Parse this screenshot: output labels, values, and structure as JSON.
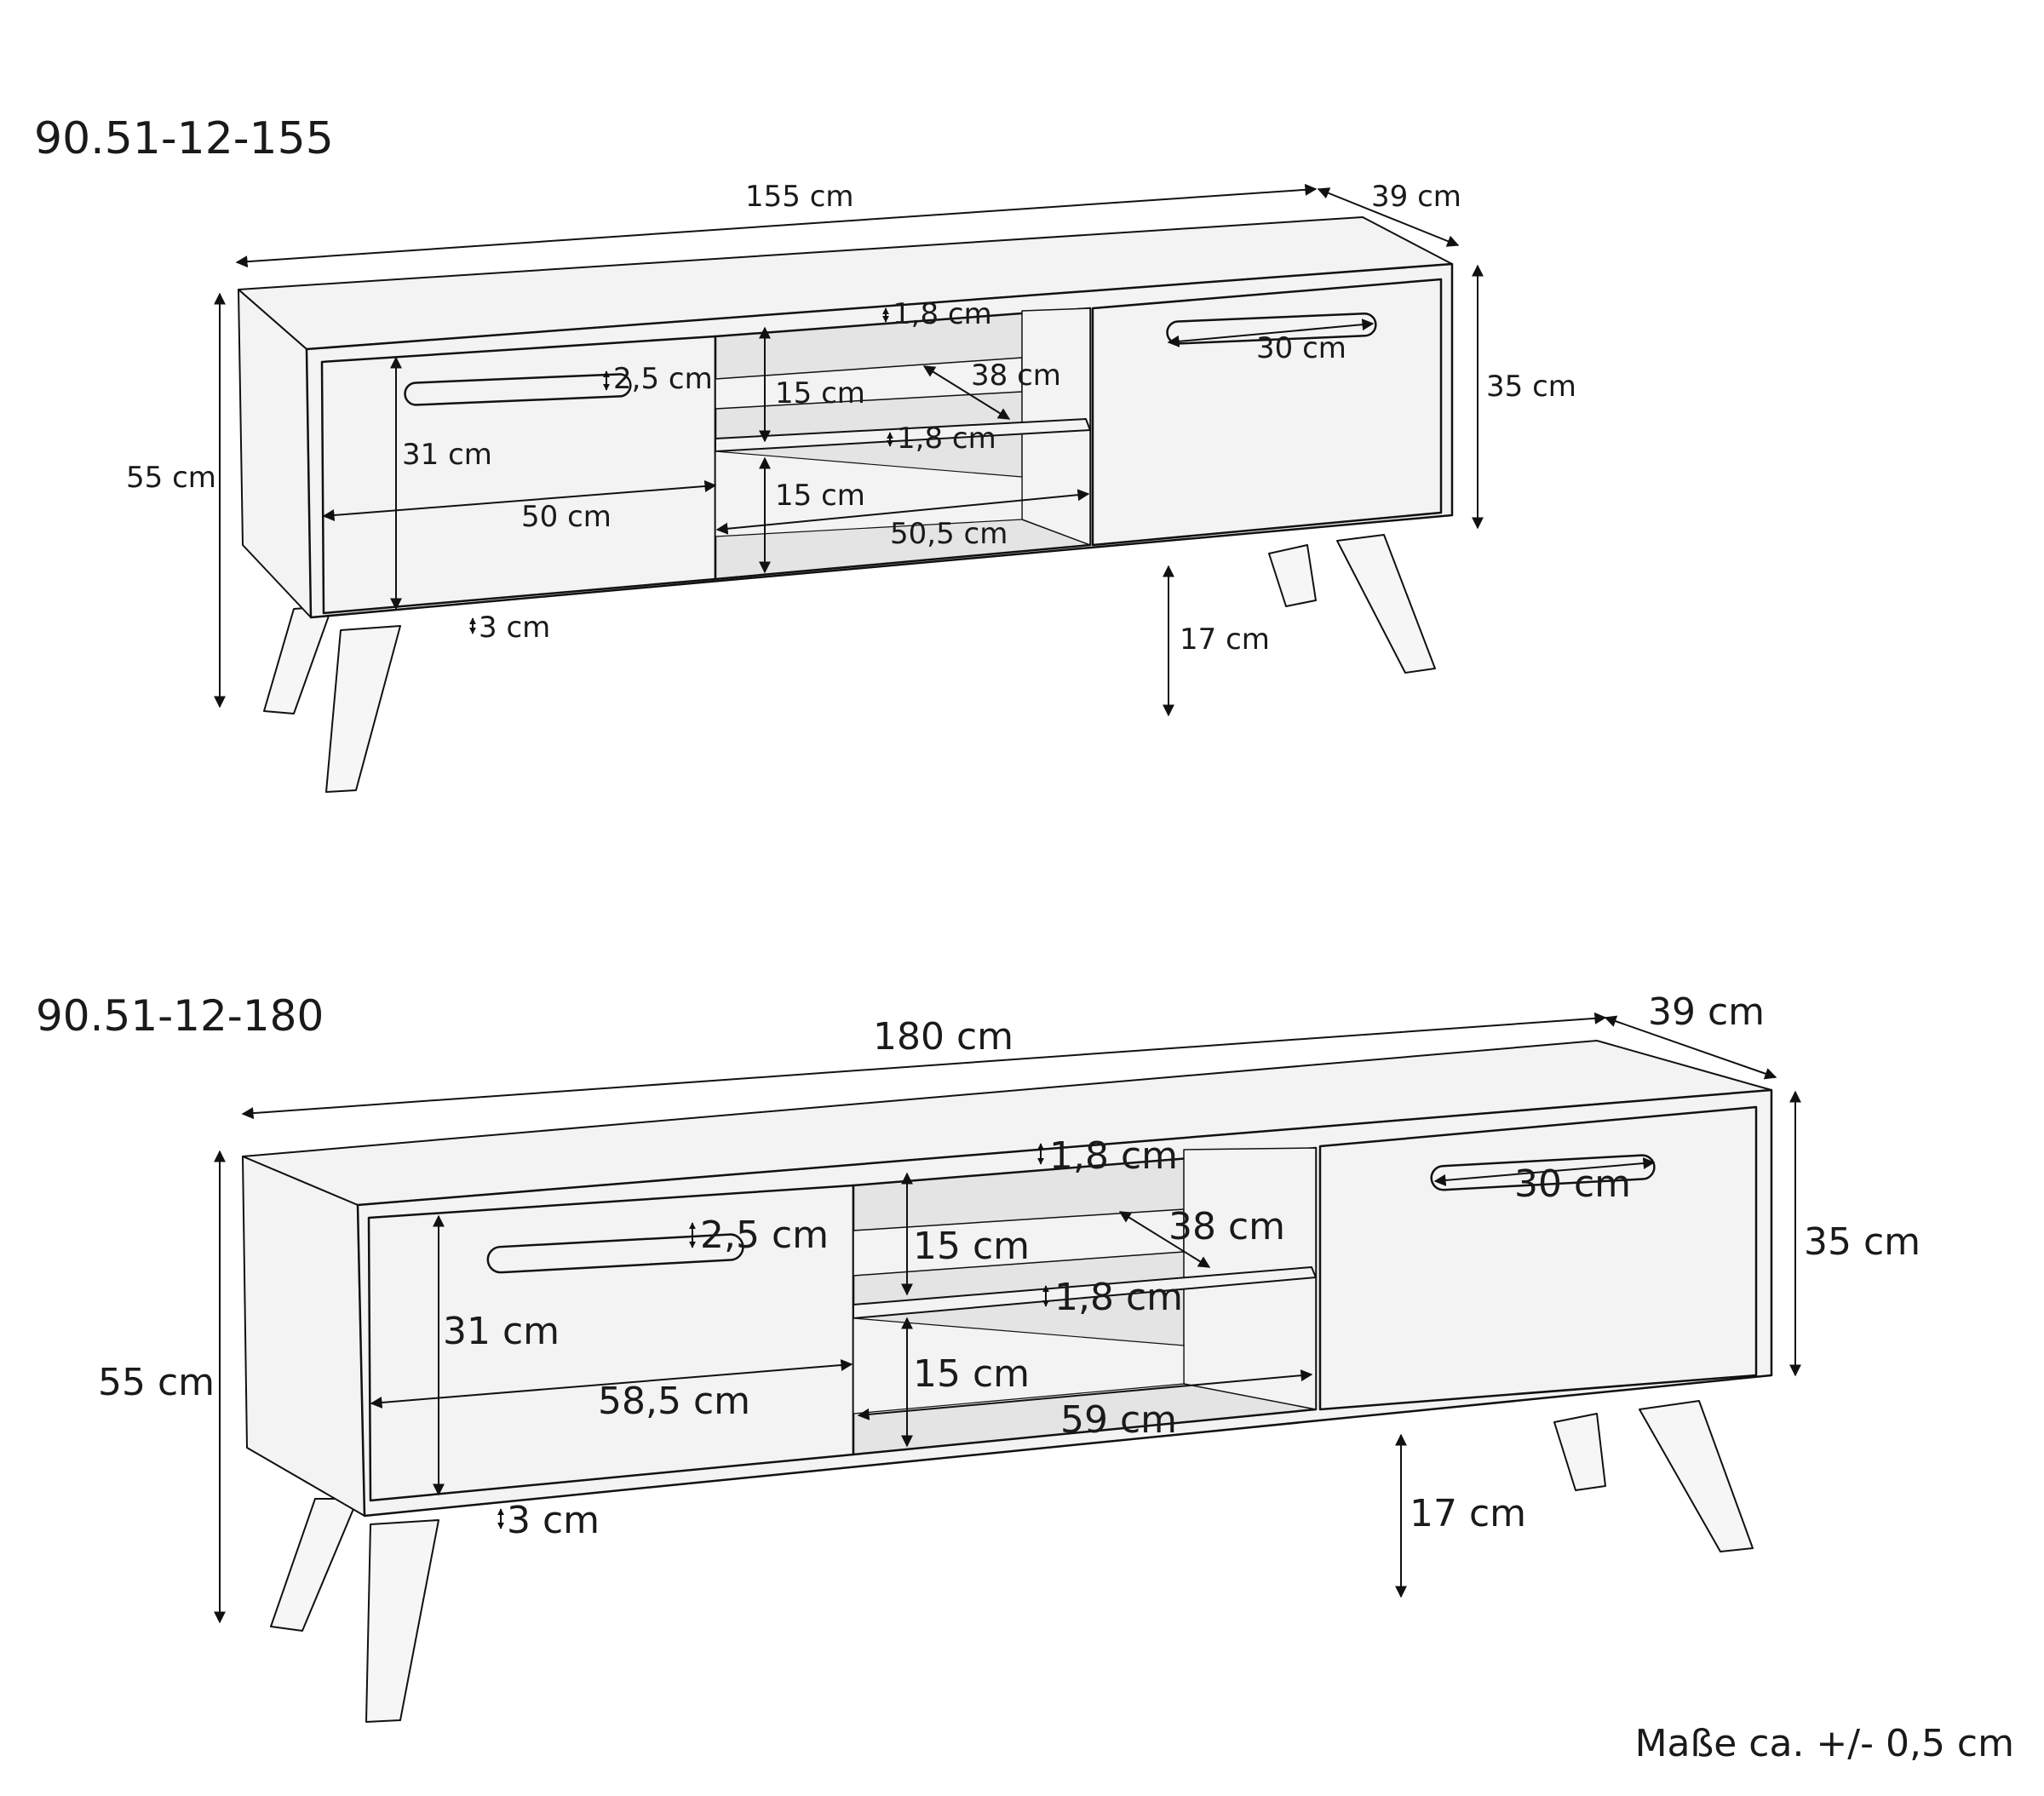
{
  "drawings": [
    {
      "model": "90.51-12-155",
      "dims": {
        "width": "155 cm",
        "depth": "39 cm",
        "total_height": "55 cm",
        "body_height": "35 cm",
        "leg_height": "17 cm",
        "top_board": "1,8 cm",
        "mid_board": "1,8 cm",
        "grip_height": "2,5 cm",
        "grip_length": "30 cm",
        "shelf_height_upper": "15 cm",
        "shelf_height_lower": "15 cm",
        "shelf_depth": "38 cm",
        "door_height": "31 cm",
        "door_width": "50 cm",
        "open_width": "50,5 cm",
        "plinth": "3 cm"
      }
    },
    {
      "model": "90.51-12-180",
      "dims": {
        "width": "180 cm",
        "depth": "39 cm",
        "total_height": "55 cm",
        "body_height": "35 cm",
        "leg_height": "17 cm",
        "top_board": "1,8 cm",
        "mid_board": "1,8 cm",
        "grip_height": "2,5 cm",
        "grip_length": "30 cm",
        "shelf_height_upper": "15 cm",
        "shelf_height_lower": "15 cm",
        "shelf_depth": "38 cm",
        "door_height": "31 cm",
        "door_width": "58,5 cm",
        "open_width": "59 cm",
        "plinth": "3 cm"
      }
    }
  ],
  "footer_note": "Maße ca. +/- 0,5 cm"
}
